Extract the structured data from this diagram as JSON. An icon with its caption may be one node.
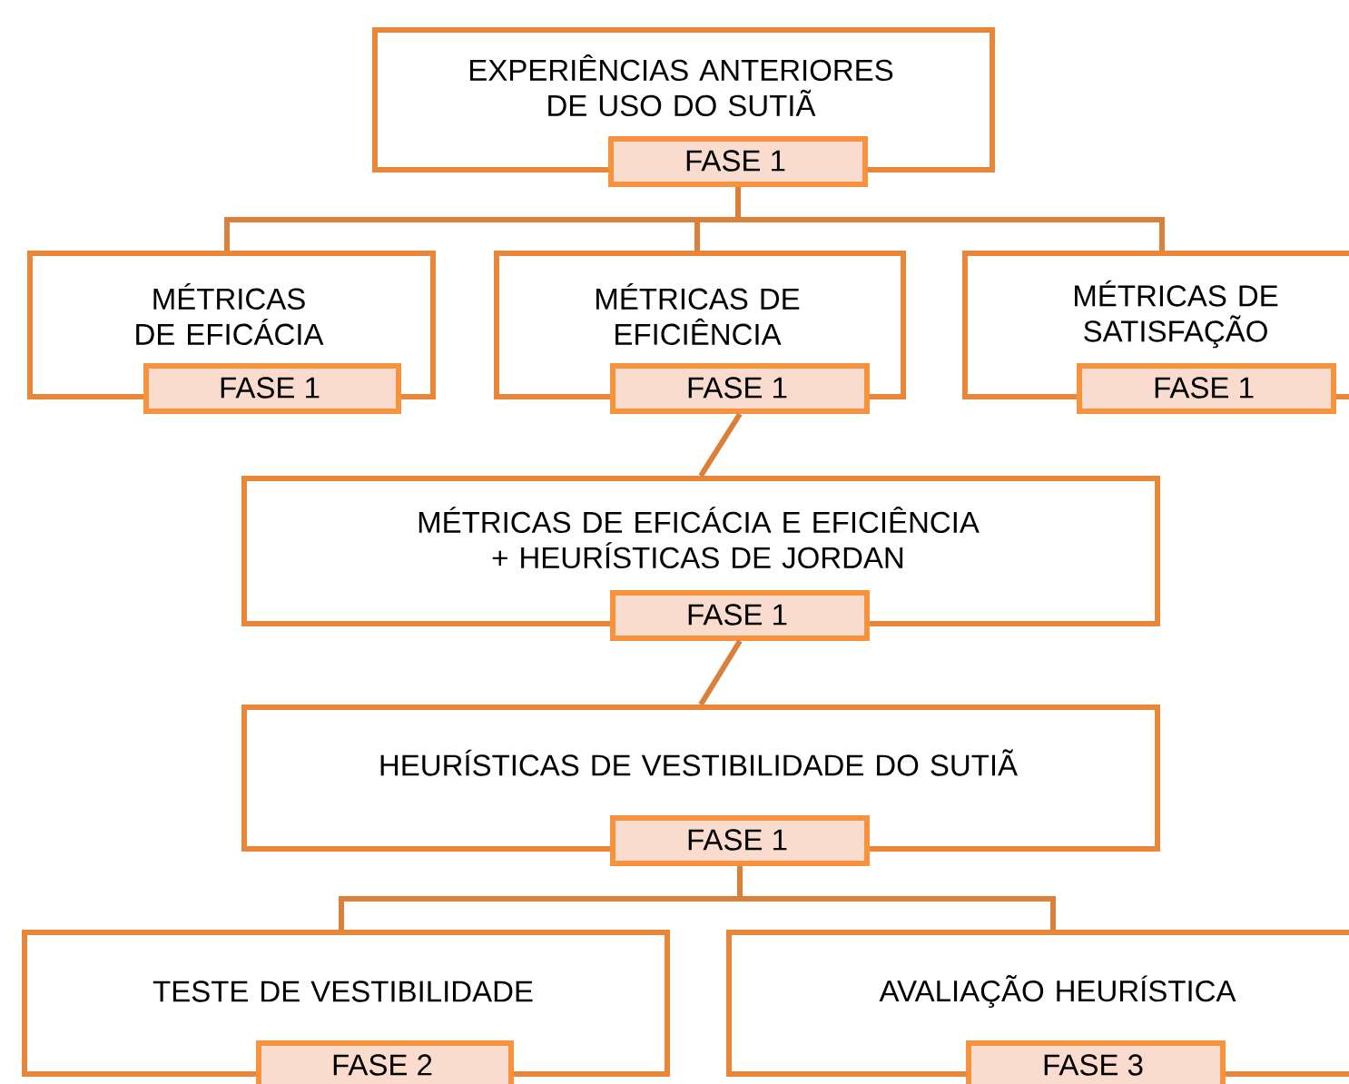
{
  "diagram": {
    "nodes": [
      {
        "text": [
          "EXPERIÊNCIAS ANTERIORES DE USO DO SUTIÃ",
          "FASE 1"
        ]
      },
      {
        "text": [
          "MÉTRICAS DE EFICÁCIA",
          "FASE 1"
        ]
      },
      {
        "text": [
          "MÉTRICAS DE EFICIÊNCIA",
          "FASE 1"
        ]
      },
      {
        "text": [
          "MÉTRICAS DE SATISFAÇÃO",
          "FASE 1"
        ]
      },
      {
        "text": [
          "MÉTRICAS DE EFICÁCIA E EFICIÊNCIA + HEURÍSTICAS DE JORDAN",
          "FASE 1"
        ]
      },
      {
        "text": [
          "HEURÍSTICAS DE VESTIBILIDADE  DO SUTIÃ",
          "FASE 1"
        ]
      },
      {
        "text": [
          "TESTE DE VESTIBILIDADE",
          "FASE 2"
        ]
      },
      {
        "text": [
          "AVALIAÇÃO HEURÍSTICA",
          "FASE 3"
        ]
      }
    ],
    "edges": [
      {
        "from": 0,
        "to": 1,
        "arrow": "none"
      },
      {
        "from": 0,
        "to": 2,
        "arrow": "none"
      },
      {
        "from": 0,
        "to": 3,
        "arrow": "none"
      },
      {
        "from": 2,
        "to": 4,
        "arrow": "none"
      },
      {
        "from": 4,
        "to": 5,
        "arrow": "none"
      },
      {
        "from": 5,
        "to": 6,
        "arrow": "none"
      },
      {
        "from": 5,
        "to": 7,
        "arrow": "none"
      }
    ]
  }
}
